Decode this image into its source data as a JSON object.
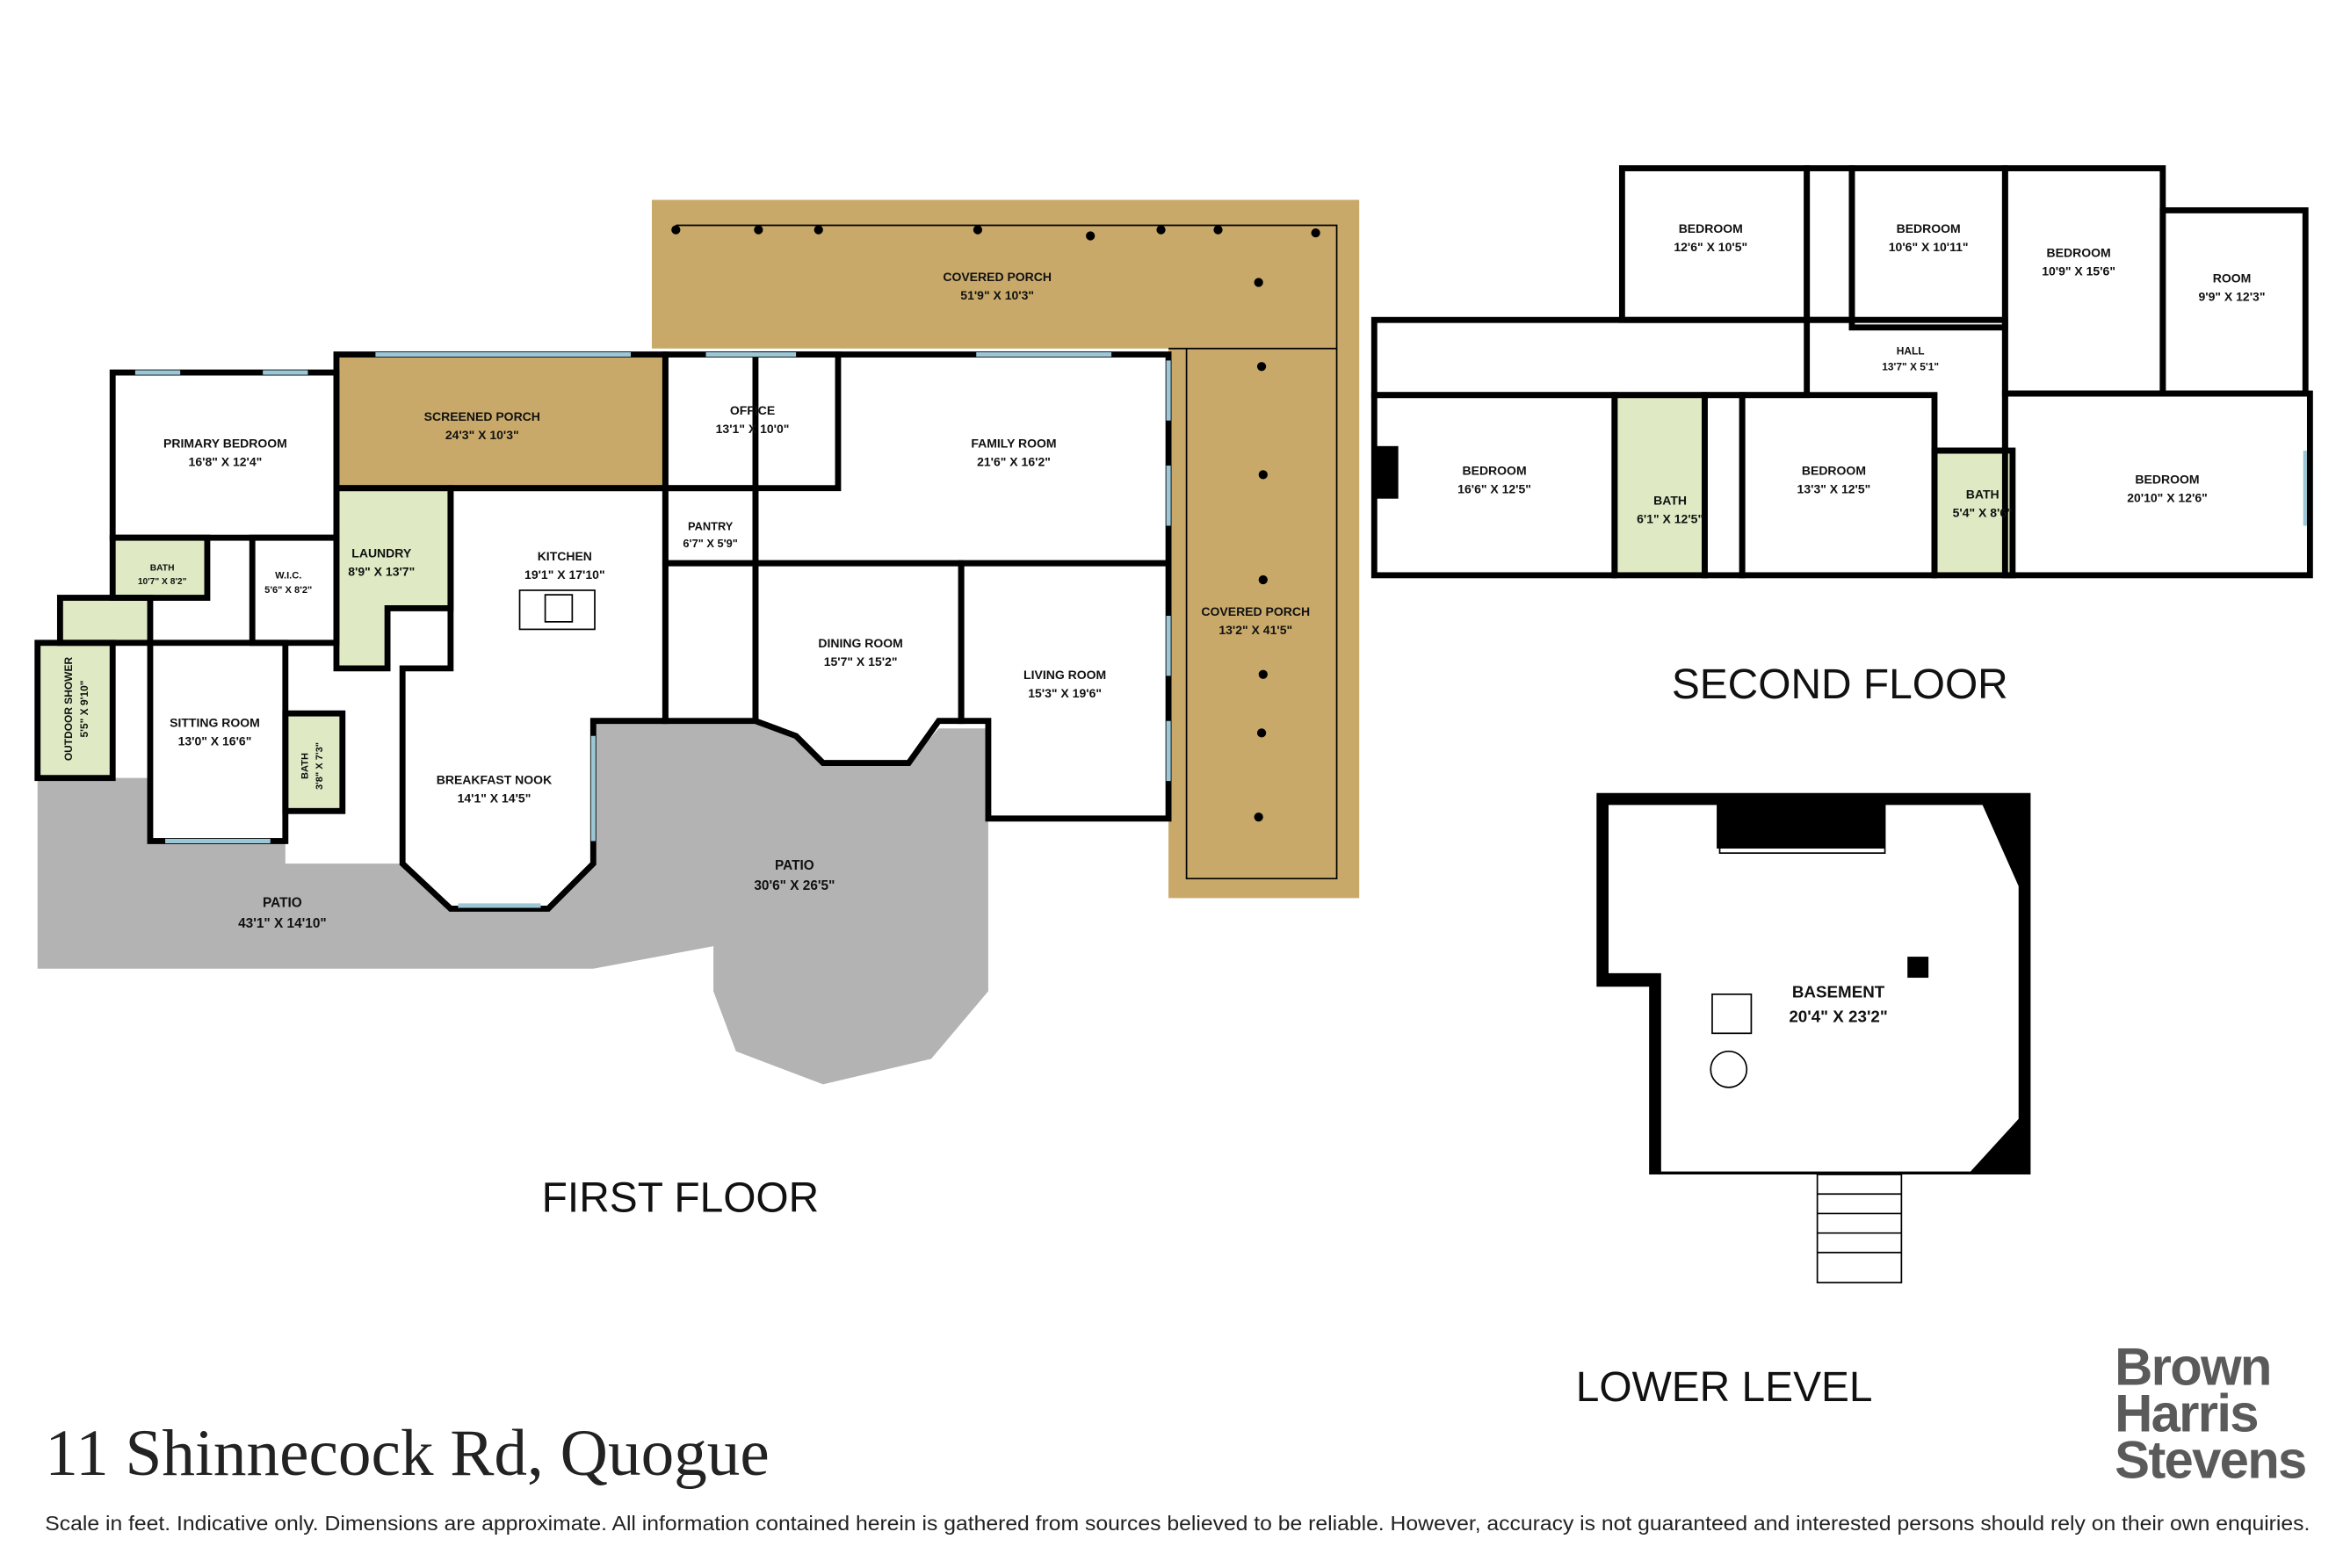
{
  "title": "11 Shinnecock Rd, Quogue",
  "disclaimer": "Scale in feet. Indicative only. Dimensions are approximate. All information contained herein is gathered from sources believed to be reliable. However, accuracy is not guaranteed and interested persons should rely on their own enquiries.",
  "logo": {
    "line1": "Brown",
    "line2": "Harris",
    "line3": "Stevens"
  },
  "colors": {
    "porch": "#c8a96a",
    "patio": "#b3b3b3",
    "wet_room": "#dfeac4",
    "window": "#9cc7d6"
  },
  "first_floor": {
    "label": "FIRST FLOOR",
    "rooms": [
      {
        "name": "PRIMARY BEDROOM",
        "dims": "16'8\" X 12'4\""
      },
      {
        "name": "BATH",
        "dims": "10'7\" X 8'2\""
      },
      {
        "name": "W.I.C.",
        "dims": "5'6\" X 8'2\""
      },
      {
        "name": "OUTDOOR SHOWER",
        "dims": "5'5\" X 9'10\""
      },
      {
        "name": "SCREENED PORCH",
        "dims": "24'3\" X 10'3\""
      },
      {
        "name": "LAUNDRY",
        "dims": "8'9\" X 13'7\""
      },
      {
        "name": "KITCHEN",
        "dims": "19'1\" X 17'10\""
      },
      {
        "name": "SITTING ROOM",
        "dims": "13'0\" X 16'6\""
      },
      {
        "name": "BATH",
        "dims": "3'8\" X 7'3\""
      },
      {
        "name": "BREAKFAST NOOK",
        "dims": "14'1\" X 14'5\""
      },
      {
        "name": "OFFICE",
        "dims": "13'1\" X 10'0\""
      },
      {
        "name": "PANTRY",
        "dims": "6'7\" X 5'9\""
      },
      {
        "name": "FAMILY ROOM",
        "dims": "21'6\" X 16'2\""
      },
      {
        "name": "DINING ROOM",
        "dims": "15'7\" X 15'2\""
      },
      {
        "name": "LIVING ROOM",
        "dims": "15'3\" X 19'6\""
      },
      {
        "name": "COVERED PORCH",
        "dims": "51'9\" X 10'3\""
      },
      {
        "name": "COVERED PORCH",
        "dims": "13'2\" X 41'5\""
      },
      {
        "name": "PATIO",
        "dims": "43'1\" X 14'10\""
      },
      {
        "name": "PATIO",
        "dims": "30'6\" X 26'5\""
      }
    ]
  },
  "second_floor": {
    "label": "SECOND FLOOR",
    "rooms": [
      {
        "name": "BEDROOM",
        "dims": "12'6\" X 10'5\""
      },
      {
        "name": "BEDROOM",
        "dims": "10'6\" X 10'11\""
      },
      {
        "name": "BEDROOM",
        "dims": "10'9\" X 15'6\""
      },
      {
        "name": "ROOM",
        "dims": "9'9\" X 12'3\""
      },
      {
        "name": "HALL",
        "dims": "13'7\" X 5'1\""
      },
      {
        "name": "BEDROOM",
        "dims": "16'6\" X 12'5\""
      },
      {
        "name": "BATH",
        "dims": "6'1\" X 12'5\""
      },
      {
        "name": "BEDROOM",
        "dims": "13'3\" X 12'5\""
      },
      {
        "name": "BATH",
        "dims": "5'4\" X 8'6\""
      },
      {
        "name": "BEDROOM",
        "dims": "20'10\" X 12'6\""
      }
    ]
  },
  "lower_level": {
    "label": "LOWER LEVEL",
    "rooms": [
      {
        "name": "BASEMENT",
        "dims": "20'4\" X 23'2\""
      }
    ]
  }
}
